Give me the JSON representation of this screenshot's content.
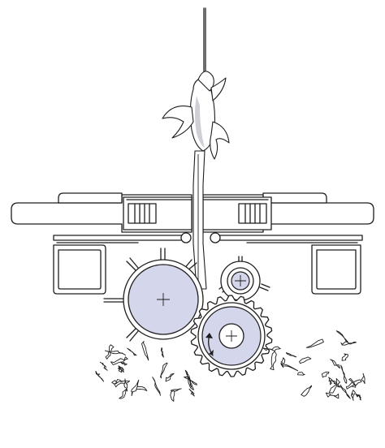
{
  "diagram": {
    "colors": {
      "line": "#1e1e1e",
      "background": "#ffffff",
      "roller_fill": "#d4d6ec",
      "plant_shade": "#cfcfd6"
    },
    "icons": [
      "large-roller",
      "small-roller",
      "toothed-roller",
      "rotation-arrow",
      "plant",
      "feed-clamps",
      "debris"
    ]
  }
}
